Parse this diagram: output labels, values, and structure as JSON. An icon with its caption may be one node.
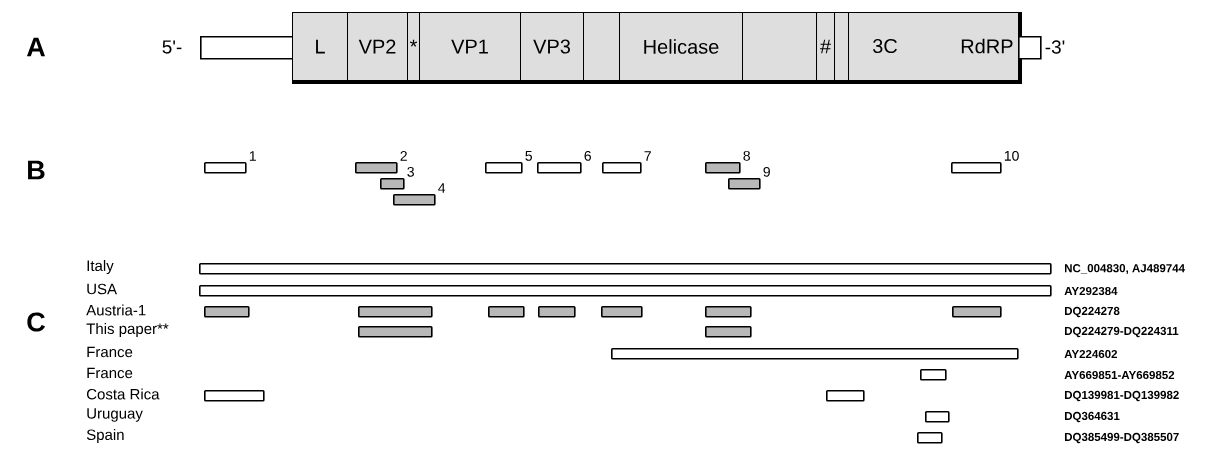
{
  "diagram": {
    "nodes": [
      {
        "text": [],
        "shape": "box"
      },
      {
        "text": [],
        "shape": "box"
      },
      {
        "text": [
          "L"
        ],
        "in": 1
      },
      {
        "text": [
          "VP2"
        ],
        "in": 1
      },
      {
        "text": [
          "*"
        ],
        "in": 1
      },
      {
        "text": [
          "VP1"
        ],
        "in": 1
      },
      {
        "text": [
          "VP3"
        ],
        "in": 1
      },
      {
        "text": [],
        "shape": "box",
        "in": 1
      },
      {
        "text": [
          "Helicase"
        ],
        "in": 1
      },
      {
        "text": [],
        "shape": "box",
        "in": 1
      },
      {
        "text": [
          "#"
        ],
        "in": 1
      },
      {
        "text": [],
        "shape": "box",
        "in": 1
      },
      {
        "text": [
          "3C",
          "RdRP"
        ],
        "in": 1
      },
      {
        "text": [],
        "shape": "box"
      },
      {
        "text": [],
        "shape": "bar",
        "beside": [
          "1"
        ]
      },
      {
        "text": [],
        "shape": "bar",
        "beside": [
          "2"
        ]
      },
      {
        "text": [],
        "shape": "bar",
        "beside": [
          "3"
        ]
      },
      {
        "text": [],
        "shape": "bar",
        "beside": [
          "4"
        ]
      },
      {
        "text": [],
        "shape": "bar",
        "beside": [
          "5"
        ]
      },
      {
        "text": [],
        "shape": "bar",
        "beside": [
          "6"
        ]
      },
      {
        "text": [],
        "shape": "bar",
        "beside": [
          "7"
        ]
      },
      {
        "text": [],
        "shape": "bar",
        "beside": [
          "8"
        ]
      },
      {
        "text": [],
        "shape": "bar",
        "beside": [
          "9"
        ]
      },
      {
        "text": [],
        "shape": "bar",
        "beside": [
          "10"
        ]
      },
      {
        "text": [],
        "shape": "bar"
      },
      {
        "text": [],
        "shape": "bar"
      },
      {
        "text": [],
        "shape": "bar"
      },
      {
        "text": [],
        "shape": "bar"
      },
      {
        "text": [],
        "shape": "bar"
      },
      {
        "text": [],
        "shape": "bar"
      },
      {
        "text": [],
        "shape": "bar"
      },
      {
        "text": [],
        "shape": "bar"
      },
      {
        "text": [],
        "shape": "bar"
      },
      {
        "text": [],
        "shape": "bar"
      },
      {
        "text": [],
        "shape": "bar"
      },
      {
        "text": [],
        "shape": "bar"
      },
      {
        "text": [],
        "shape": "bar"
      },
      {
        "text": [],
        "shape": "bar"
      },
      {
        "text": [],
        "shape": "bar"
      },
      {
        "text": [],
        "shape": "bar"
      },
      {
        "text": [],
        "shape": "bar"
      }
    ],
    "labels": [
      "A",
      "5'-",
      "-3'",
      "B",
      "C",
      "Italy",
      "NC_004830, AJ489744",
      "USA",
      "AY292384",
      "Austria-1",
      "DQ224278",
      "This paper**",
      "DQ224279-DQ224311",
      "France",
      "AY224602",
      "France",
      "AY669851-AY669852",
      "Costa Rica",
      "DQ139981-DQ139982",
      "Uruguay",
      "DQ364631",
      "Spain",
      "DQ385499-DQ385507"
    ]
  }
}
